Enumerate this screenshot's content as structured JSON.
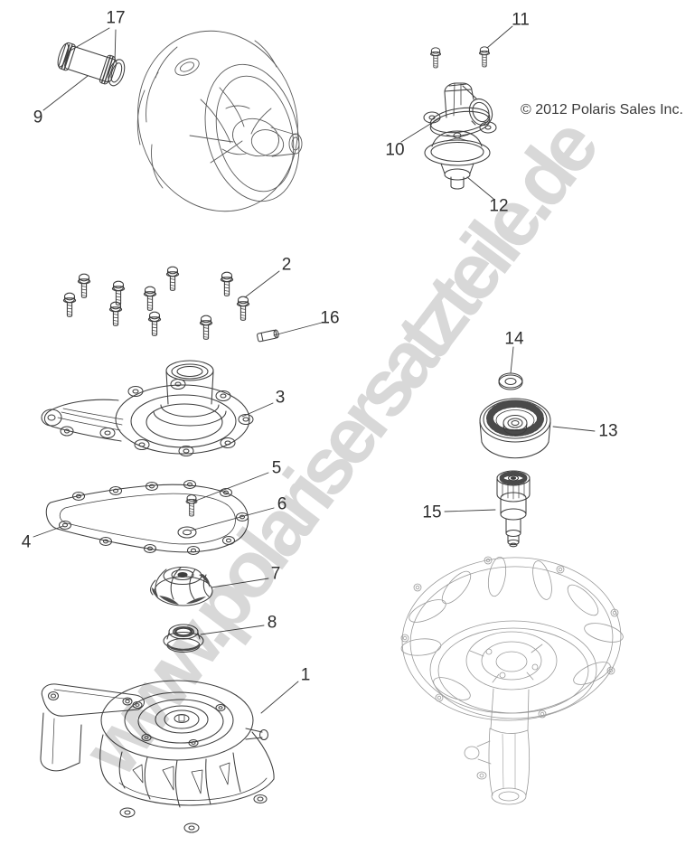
{
  "watermark": {
    "text": "www.polarisersatzteile.de",
    "color": "#d8d8d8"
  },
  "copyright": {
    "text": "© 2012 Polaris Sales Inc."
  },
  "callouts": [
    {
      "label": "1"
    },
    {
      "label": "2"
    },
    {
      "label": "3"
    },
    {
      "label": "4"
    },
    {
      "label": "5"
    },
    {
      "label": "6"
    },
    {
      "label": "7"
    },
    {
      "label": "8"
    },
    {
      "label": "9"
    },
    {
      "label": "10"
    },
    {
      "label": "11"
    },
    {
      "label": "12"
    },
    {
      "label": "13"
    },
    {
      "label": "14"
    },
    {
      "label": "15"
    },
    {
      "label": "16"
    },
    {
      "label": "17"
    }
  ],
  "colors": {
    "line_ink": "#3e3e3e",
    "light_line_ink": "#999999",
    "background": "#ffffff",
    "watermark_gray": "#d8d8d8"
  }
}
